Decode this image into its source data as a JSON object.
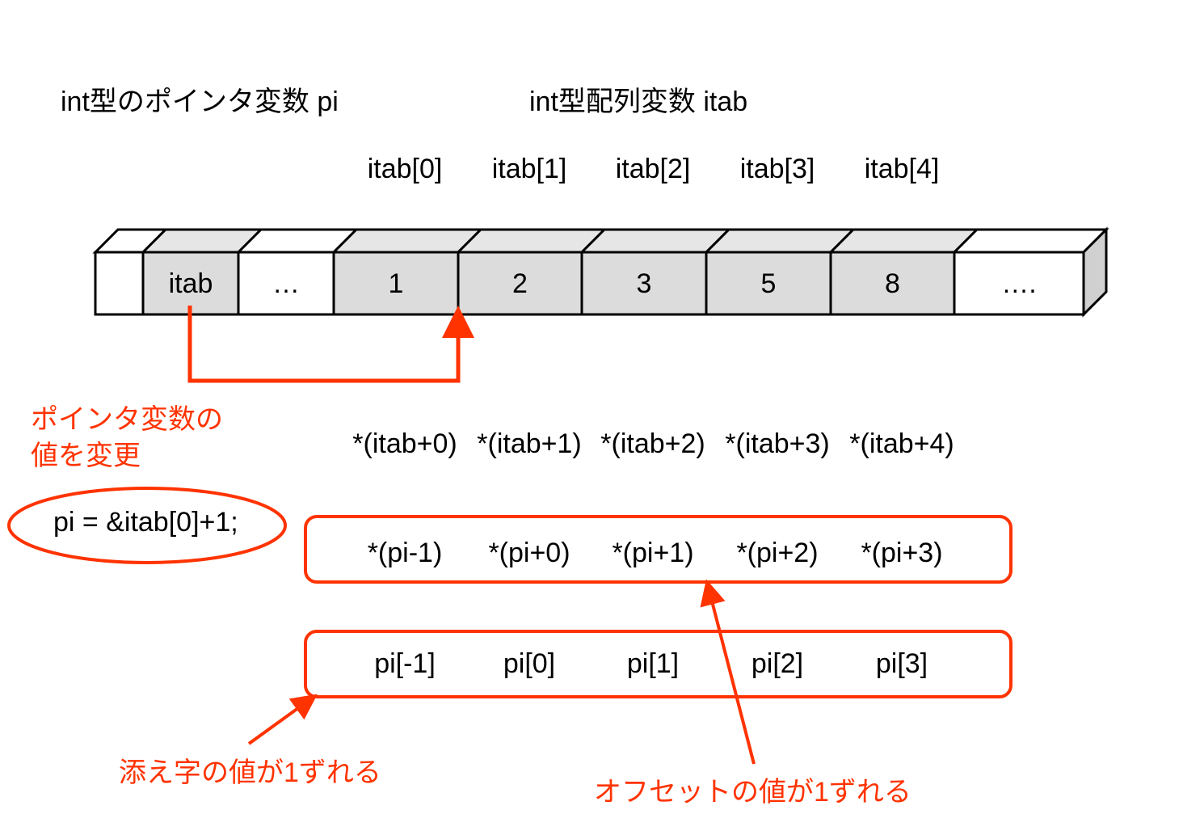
{
  "titles": {
    "pointer": "int型のポインタ変数 pi",
    "array": "int型配列変数 itab"
  },
  "index_labels": [
    "itab[0]",
    "itab[1]",
    "itab[2]",
    "itab[3]",
    "itab[4]"
  ],
  "cells": [
    "",
    "itab",
    "…",
    "1",
    "2",
    "3",
    "5",
    "8",
    "…."
  ],
  "note_change": [
    "ポインタ変数の",
    "値を変更"
  ],
  "statement": "pi = &itab[0]+1;",
  "deref_itab": [
    "*(itab+0)",
    "*(itab+1)",
    "*(itab+2)",
    "*(itab+3)",
    "*(itab+4)"
  ],
  "deref_pi": [
    "*(pi-1)",
    "*(pi+0)",
    "*(pi+1)",
    "*(pi+2)",
    "*(pi+3)"
  ],
  "subscript_pi": [
    "pi[-1]",
    "pi[0]",
    "pi[1]",
    "pi[2]",
    "pi[3]"
  ],
  "note_subscript": "添え字の値が1ずれる",
  "note_offset": "オフセットの値が1ずれる",
  "colors": {
    "accent": "#ff3300",
    "cell_gray": "#dcdcdc",
    "cell_top_gray": "#e6e6e6"
  }
}
